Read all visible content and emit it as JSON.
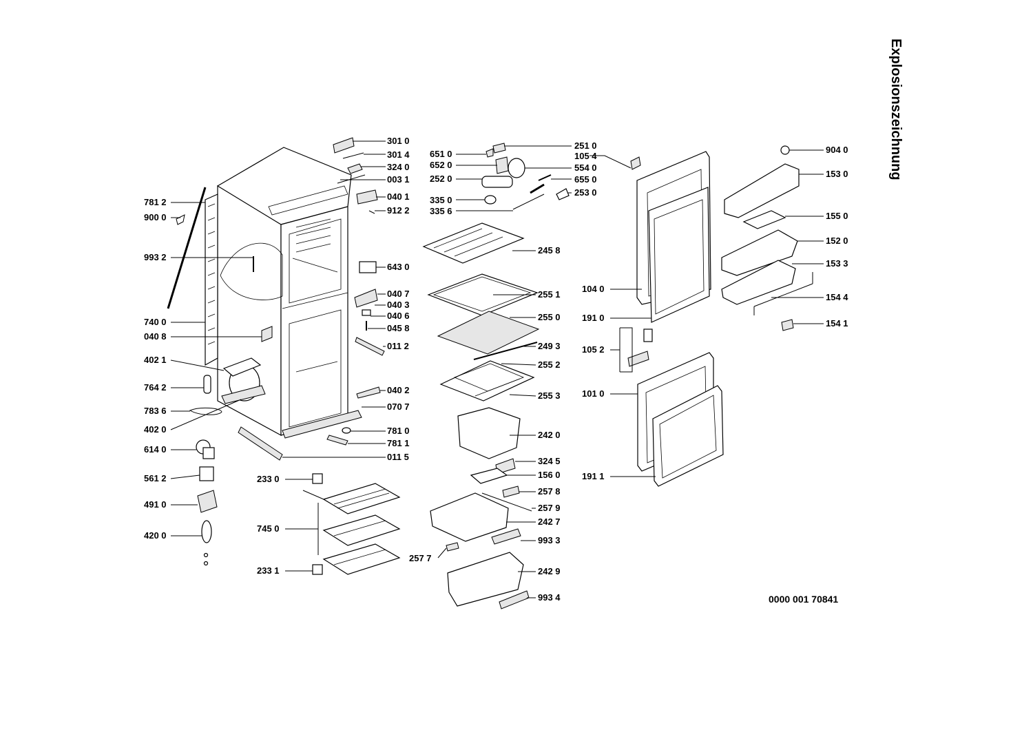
{
  "title": "Explosionszeichnung",
  "document_number": "0000 001 70841",
  "labels": {
    "l3010": "301 0",
    "l3014": "301 4",
    "l3240": "324 0",
    "l0031": "003 1",
    "l0401": "040 1",
    "l9122": "912 2",
    "l6510": "651 0",
    "l6520": "652 0",
    "l2520": "252 0",
    "l3350": "335 0",
    "l3356": "335 6",
    "l2510": "251 0",
    "l1054": "105 4",
    "l5540": "554 0",
    "l6550": "655 0",
    "l2530": "253 0",
    "l7812": "781 2",
    "l9000": "900 0",
    "l9932": "993 2",
    "l7400": "740 0",
    "l0408": "040 8",
    "l4021": "402 1",
    "l7642": "764 2",
    "l7836": "783 6",
    "l4020": "402 0",
    "l6140": "614 0",
    "l5612": "561 2",
    "l4910": "491 0",
    "l4200": "420 0",
    "l6430": "643 0",
    "l0407": "040 7",
    "l0403": "040 3",
    "l0406": "040 6",
    "l0458": "045 8",
    "l0112": "011 2",
    "l0402": "040 2",
    "l0707": "070 7",
    "l7810": "781 0",
    "l7811": "781 1",
    "l0115": "011 5",
    "l2330": "233 0",
    "l7450": "745 0",
    "l2331": "233 1",
    "l2458": "245 8",
    "l2551": "255 1",
    "l2550": "255 0",
    "l2493": "249 3",
    "l2552": "255 2",
    "l2553": "255 3",
    "l2420": "242 0",
    "l3245": "324 5",
    "l1560": "156 0",
    "l2578": "257 8",
    "l2579": "257 9",
    "l2427": "242 7",
    "l9933": "993 3",
    "l2577": "257 7",
    "l2429": "242 9",
    "l9934": "993 4",
    "l1040": "104 0",
    "l1910": "191 0",
    "l1052": "105 2",
    "l1010": "101 0",
    "l1911": "191 1",
    "l9040": "904 0",
    "l1530": "153 0",
    "l1550": "155 0",
    "l1520": "152 0",
    "l1533": "153 3",
    "l1544": "154 4",
    "l1541": "154 1"
  }
}
